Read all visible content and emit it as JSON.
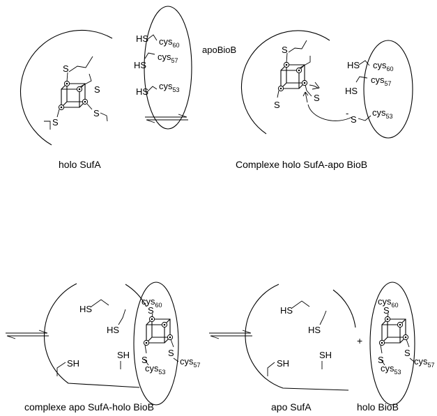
{
  "labels": {
    "SH": "SH",
    "HS": "HS",
    "S": "S",
    "cys": "cys",
    "minus": "-",
    "plus": "+",
    "sub60": "60",
    "sub57": "57",
    "sub53": "53"
  },
  "panels": {
    "holo_sufa": {
      "caption": "holo SufA"
    },
    "apobiob": {
      "label": "apoBioB"
    },
    "complex1": {
      "caption": "Complexe holo SufA-apo BioB"
    },
    "complex2": {
      "caption": "complexe  apo SufA-holo BioB"
    },
    "apo_sufa": {
      "caption": "apo SufA"
    },
    "holo_biob": {
      "caption": "holo BioB"
    }
  }
}
